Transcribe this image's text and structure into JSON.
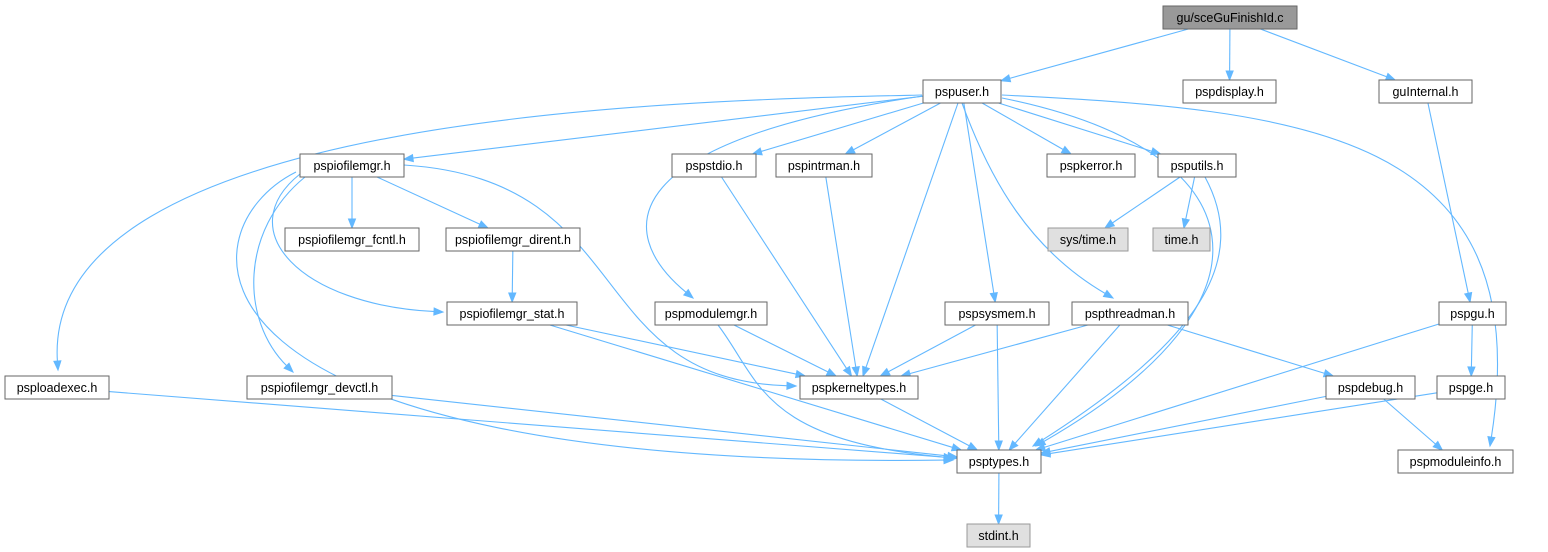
{
  "colors": {
    "edge": "#63b8ff",
    "node_fill": "#ffffff",
    "node_border": "#666666",
    "root_fill": "#999999",
    "external_fill": "#e0e0e0",
    "external_border": "#999999"
  },
  "nodes": [
    {
      "id": "root",
      "label": "gu/sceGuFinishId.c",
      "kind": "root"
    },
    {
      "id": "pspuser",
      "label": "pspuser.h",
      "kind": "file"
    },
    {
      "id": "pspdisplay",
      "label": "pspdisplay.h",
      "kind": "file"
    },
    {
      "id": "guInternal",
      "label": "guInternal.h",
      "kind": "file"
    },
    {
      "id": "pspiofilemgr",
      "label": "pspiofilemgr.h",
      "kind": "file"
    },
    {
      "id": "pspstdio",
      "label": "pspstdio.h",
      "kind": "file"
    },
    {
      "id": "pspintrman",
      "label": "pspintrman.h",
      "kind": "file"
    },
    {
      "id": "pspkerror",
      "label": "pspkerror.h",
      "kind": "file"
    },
    {
      "id": "psputils",
      "label": "psputils.h",
      "kind": "file"
    },
    {
      "id": "fcntl",
      "label": "pspiofilemgr_fcntl.h",
      "kind": "file"
    },
    {
      "id": "dirent",
      "label": "pspiofilemgr_dirent.h",
      "kind": "file"
    },
    {
      "id": "systime",
      "label": "sys/time.h",
      "kind": "external"
    },
    {
      "id": "timeh",
      "label": "time.h",
      "kind": "external"
    },
    {
      "id": "stat",
      "label": "pspiofilemgr_stat.h",
      "kind": "file"
    },
    {
      "id": "pspmodulemgr",
      "label": "pspmodulemgr.h",
      "kind": "file"
    },
    {
      "id": "pspsysmem",
      "label": "pspsysmem.h",
      "kind": "file"
    },
    {
      "id": "pspthreadman",
      "label": "pspthreadman.h",
      "kind": "file"
    },
    {
      "id": "pspgu",
      "label": "pspgu.h",
      "kind": "file"
    },
    {
      "id": "psploadexec",
      "label": "psploadexec.h",
      "kind": "file"
    },
    {
      "id": "devctl",
      "label": "pspiofilemgr_devctl.h",
      "kind": "file"
    },
    {
      "id": "pspkerneltypes",
      "label": "pspkerneltypes.h",
      "kind": "file"
    },
    {
      "id": "pspdebug",
      "label": "pspdebug.h",
      "kind": "file"
    },
    {
      "id": "pspge",
      "label": "pspge.h",
      "kind": "file"
    },
    {
      "id": "psptypes",
      "label": "psptypes.h",
      "kind": "file"
    },
    {
      "id": "pspmoduleinfo",
      "label": "pspmoduleinfo.h",
      "kind": "file"
    },
    {
      "id": "stdint",
      "label": "stdint.h",
      "kind": "external"
    }
  ],
  "edges": [
    [
      "root",
      "pspuser"
    ],
    [
      "root",
      "pspdisplay"
    ],
    [
      "root",
      "guInternal"
    ],
    [
      "pspuser",
      "psploadexec"
    ],
    [
      "pspuser",
      "pspiofilemgr"
    ],
    [
      "pspuser",
      "pspmodulemgr"
    ],
    [
      "pspuser",
      "pspstdio"
    ],
    [
      "pspuser",
      "pspintrman"
    ],
    [
      "pspuser",
      "pspkerneltypes"
    ],
    [
      "pspuser",
      "pspsysmem"
    ],
    [
      "pspuser",
      "pspthreadman"
    ],
    [
      "pspuser",
      "pspkerror"
    ],
    [
      "pspuser",
      "psputils"
    ],
    [
      "pspuser",
      "psptypes"
    ],
    [
      "pspuser",
      "pspmoduleinfo"
    ],
    [
      "guInternal",
      "pspgu"
    ],
    [
      "pspiofilemgr",
      "fcntl"
    ],
    [
      "pspiofilemgr",
      "dirent"
    ],
    [
      "pspiofilemgr",
      "stat"
    ],
    [
      "pspiofilemgr",
      "devctl"
    ],
    [
      "pspiofilemgr",
      "psptypes"
    ],
    [
      "pspiofilemgr",
      "pspkerneltypes"
    ],
    [
      "dirent",
      "stat"
    ],
    [
      "psputils",
      "systime"
    ],
    [
      "psputils",
      "timeh"
    ],
    [
      "psputils",
      "psptypes"
    ],
    [
      "pspstdio",
      "pspkerneltypes"
    ],
    [
      "pspintrman",
      "pspkerneltypes"
    ],
    [
      "stat",
      "pspkerneltypes"
    ],
    [
      "stat",
      "psptypes"
    ],
    [
      "pspmodulemgr",
      "pspkerneltypes"
    ],
    [
      "pspmodulemgr",
      "psptypes"
    ],
    [
      "pspsysmem",
      "pspkerneltypes"
    ],
    [
      "pspsysmem",
      "psptypes"
    ],
    [
      "pspthreadman",
      "pspkerneltypes"
    ],
    [
      "pspthreadman",
      "psptypes"
    ],
    [
      "pspthreadman",
      "pspdebug"
    ],
    [
      "pspgu",
      "pspge"
    ],
    [
      "pspgu",
      "psptypes"
    ],
    [
      "psploadexec",
      "psptypes"
    ],
    [
      "devctl",
      "psptypes"
    ],
    [
      "pspkerneltypes",
      "psptypes"
    ],
    [
      "pspdebug",
      "psptypes"
    ],
    [
      "pspdebug",
      "pspmoduleinfo"
    ],
    [
      "pspge",
      "psptypes"
    ],
    [
      "psptypes",
      "stdint"
    ]
  ]
}
